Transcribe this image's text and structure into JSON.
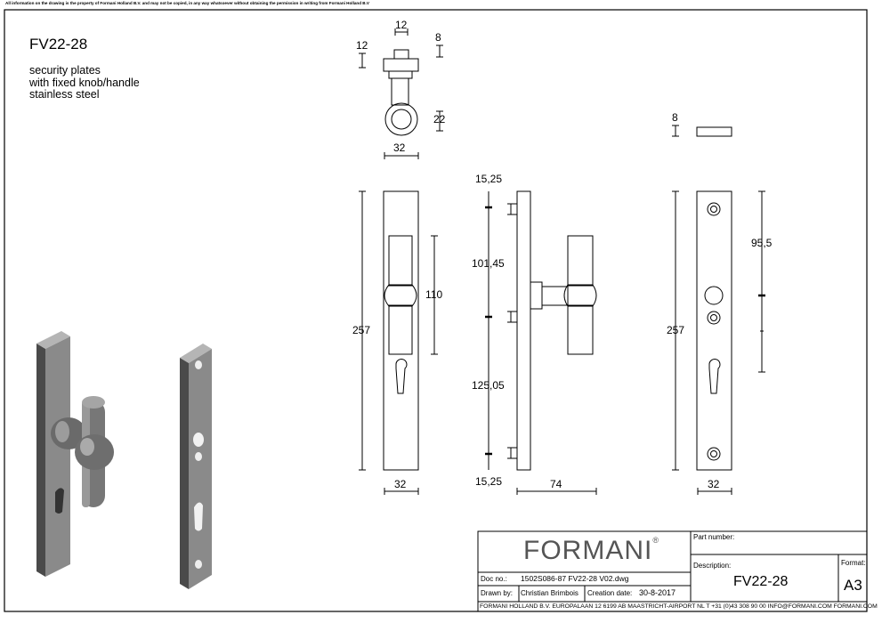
{
  "notice": "All information on the drawing is the property of Formani Holland B.V. and may not be copied, in any way whatsoever without obtaining the permission in writing from Formani Holland B.V",
  "product": {
    "code": "FV22-28",
    "description_lines": [
      "security plates",
      "with fixed knob/handle",
      "stainless steel"
    ]
  },
  "dimensions": {
    "top_knob_width": "12",
    "top_collar_height": "12",
    "top_cap_height": "8",
    "top_ring_height": "22",
    "top_overall_width": "32",
    "plate_thickness": "8",
    "front_height": "257",
    "front_handle_length": "110",
    "front_width": "32",
    "side_top_offset": "15,25",
    "side_upper_span": "101,45",
    "side_lower_span": "125,05",
    "side_bottom_offset": "15,25",
    "side_projection": "74",
    "back_height": "257",
    "back_hole_spacing": "95,5",
    "back_width": "32"
  },
  "title_block": {
    "brand": "FORMANI",
    "brand_mark": "®",
    "part_number_label": "Part number:",
    "part_number_value": "",
    "description_label": "Description:",
    "description_value": "FV22-28",
    "format_label": "Format:",
    "format_value": "A3",
    "doc_no_label": "Doc no.:",
    "doc_no_value": "1502S086-87 FV22-28 V02.dwg",
    "drawn_by_label": "Drawn by:",
    "drawn_by_value": "Christian Brimbois",
    "creation_date_label": "Creation date:",
    "creation_date_value": "30-8-2017",
    "footer": "FORMANI HOLLAND B.V.  EUROPALAAN 12  6199 AB MAASTRICHT-AIRPORT NL  T +31 (0)43 308 90 00 INFO@FORMANI.COM FORMANI.COM"
  },
  "colors": {
    "line": "#000000",
    "render_face": "#8a8a8a",
    "render_dark": "#4a4a4a",
    "render_light": "#b5b5b5"
  }
}
